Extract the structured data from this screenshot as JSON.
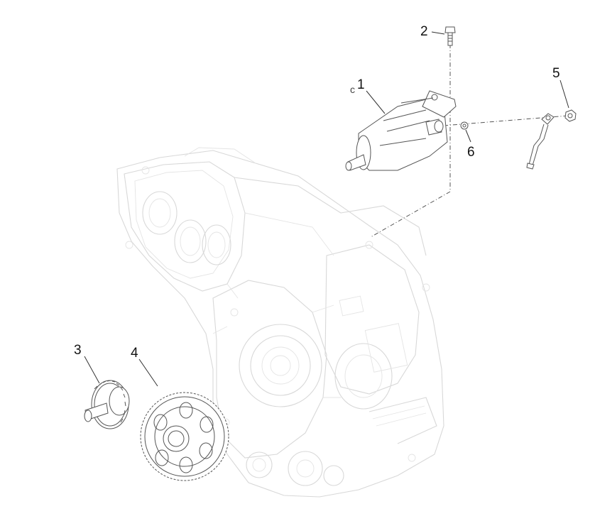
{
  "callouts": [
    {
      "id": "1",
      "label": "1"
    },
    {
      "id": "2",
      "label": "2"
    },
    {
      "id": "3",
      "label": "3"
    },
    {
      "id": "4",
      "label": "4"
    },
    {
      "id": "5",
      "label": "5"
    },
    {
      "id": "6",
      "label": "6"
    }
  ],
  "extra_mark": "c"
}
